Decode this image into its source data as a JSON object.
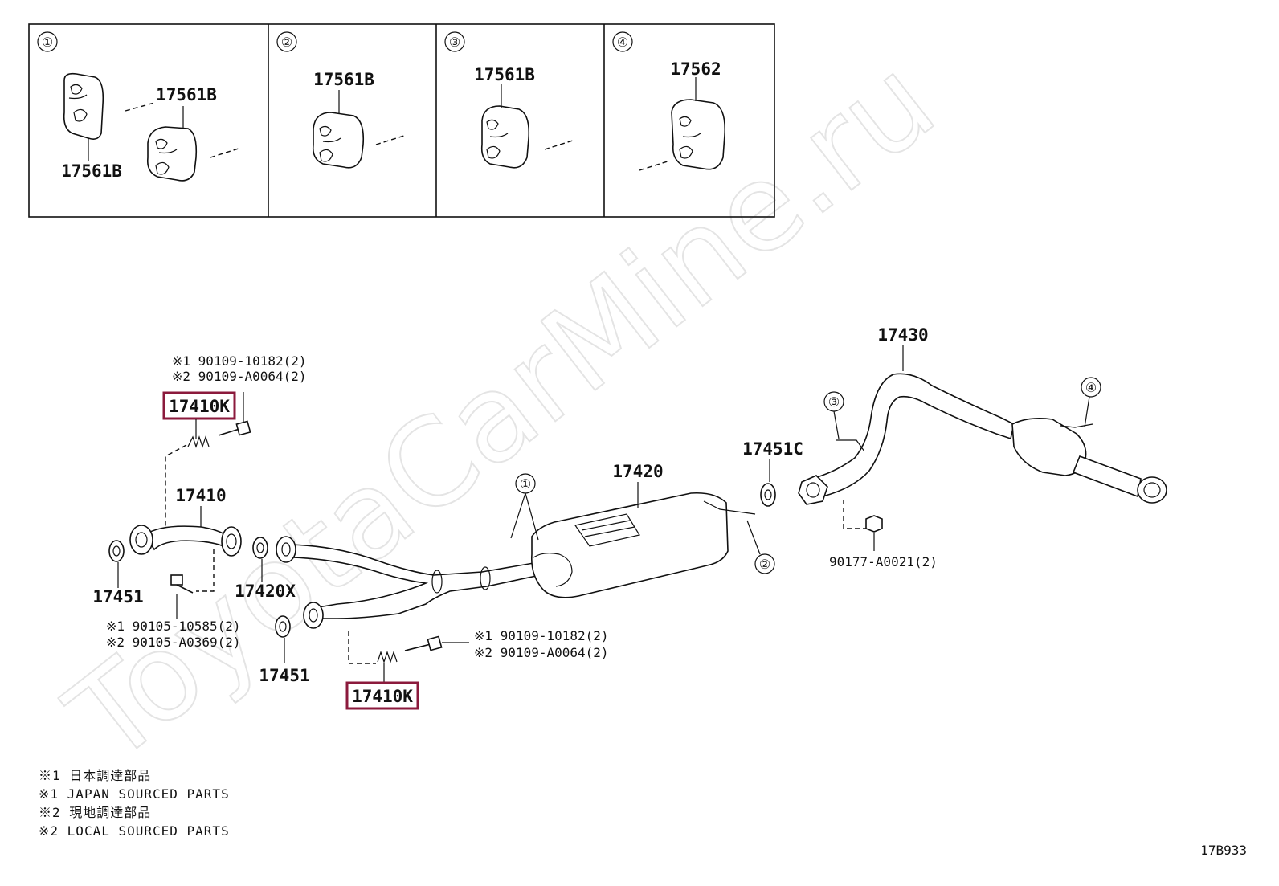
{
  "watermark": "ToyotaCarMine.ru",
  "diagram_code": "17B933",
  "insets": [
    {
      "number": "①",
      "labels": [
        "17561B",
        "17561B"
      ]
    },
    {
      "number": "②",
      "labels": [
        "17561B"
      ]
    },
    {
      "number": "③",
      "labels": [
        "17561B"
      ]
    },
    {
      "number": "④",
      "labels": [
        "17562"
      ]
    }
  ],
  "parts": {
    "exhaust_pipe": "17410",
    "center_pipe": "17420",
    "tail_pipe": "17430",
    "gasket_left": "17451",
    "gasket_lower": "17451",
    "gasket_rear": "17451C",
    "gasket_center": "17420X",
    "spring_kit_top": "17410K",
    "spring_kit_bottom": "17410K"
  },
  "callouts": {
    "c1": "①",
    "c2": "②",
    "c3": "③",
    "c4": "④"
  },
  "bolt_refs": {
    "top_1": "※1 90109-10182(2)",
    "top_2": "※2 90109-A0064(2)",
    "mid_1": "※1 90105-10585(2)",
    "mid_2": "※2 90105-A0369(2)",
    "low_1": "※1 90109-10182(2)",
    "low_2": "※2 90109-A0064(2)",
    "nut": "90177-A0021(2)"
  },
  "footnotes": [
    "※1 日本調達部品",
    "※1 JAPAN SOURCED PARTS",
    "※2 現地調達部品",
    "※2 LOCAL SOURCED PARTS"
  ],
  "colors": {
    "highlight_box": "#8b1a3c",
    "line": "#111111",
    "watermark": "#e4e4e4"
  }
}
